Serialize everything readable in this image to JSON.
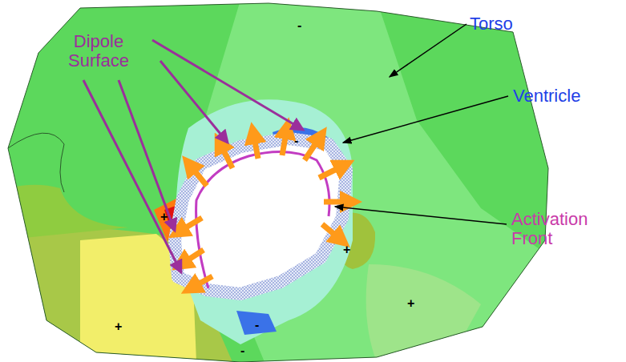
{
  "diagram": {
    "labels": [
      "Dipole Surface",
      "-",
      "Torso",
      "-",
      "Ventricle",
      "+",
      "Activation Front",
      "+",
      "+",
      "+",
      "-",
      "-"
    ]
  }
}
